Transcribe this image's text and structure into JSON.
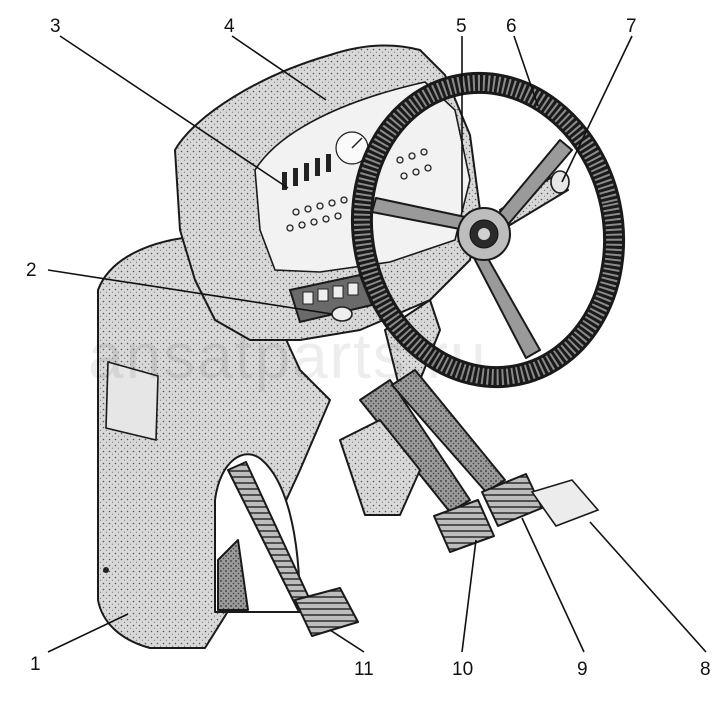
{
  "watermark": "ansatparts.ru",
  "callouts": [
    {
      "id": "1",
      "label": "1"
    },
    {
      "id": "2",
      "label": "2"
    },
    {
      "id": "3",
      "label": "3"
    },
    {
      "id": "4",
      "label": "4"
    },
    {
      "id": "5",
      "label": "5"
    },
    {
      "id": "6",
      "label": "6"
    },
    {
      "id": "7",
      "label": "7"
    },
    {
      "id": "8",
      "label": "8"
    },
    {
      "id": "9",
      "label": "9"
    },
    {
      "id": "10",
      "label": "10"
    },
    {
      "id": "11",
      "label": "11"
    }
  ]
}
